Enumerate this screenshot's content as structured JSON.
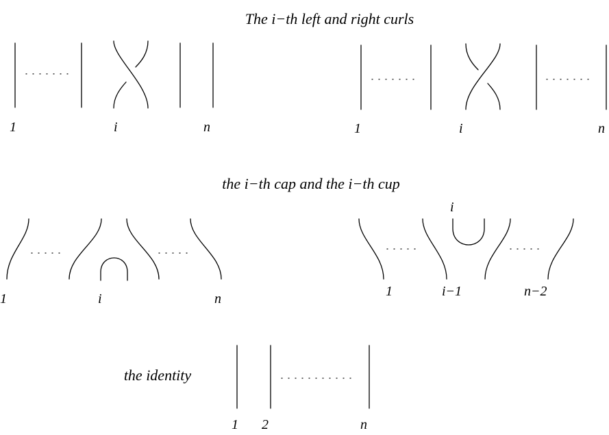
{
  "titles": {
    "curls": "The i−th left and right curls",
    "cap_cup": "the i−th cap and the i−th cup",
    "identity": "the identity"
  },
  "labels": {
    "left_curl": [
      "1",
      "i",
      "n"
    ],
    "right_curl": [
      "1",
      "i",
      "n"
    ],
    "cap": [
      "1",
      "i",
      "n"
    ],
    "cup": [
      "i",
      "1",
      "i−1",
      "n−2"
    ],
    "identity": [
      "1",
      "2",
      "n"
    ]
  }
}
